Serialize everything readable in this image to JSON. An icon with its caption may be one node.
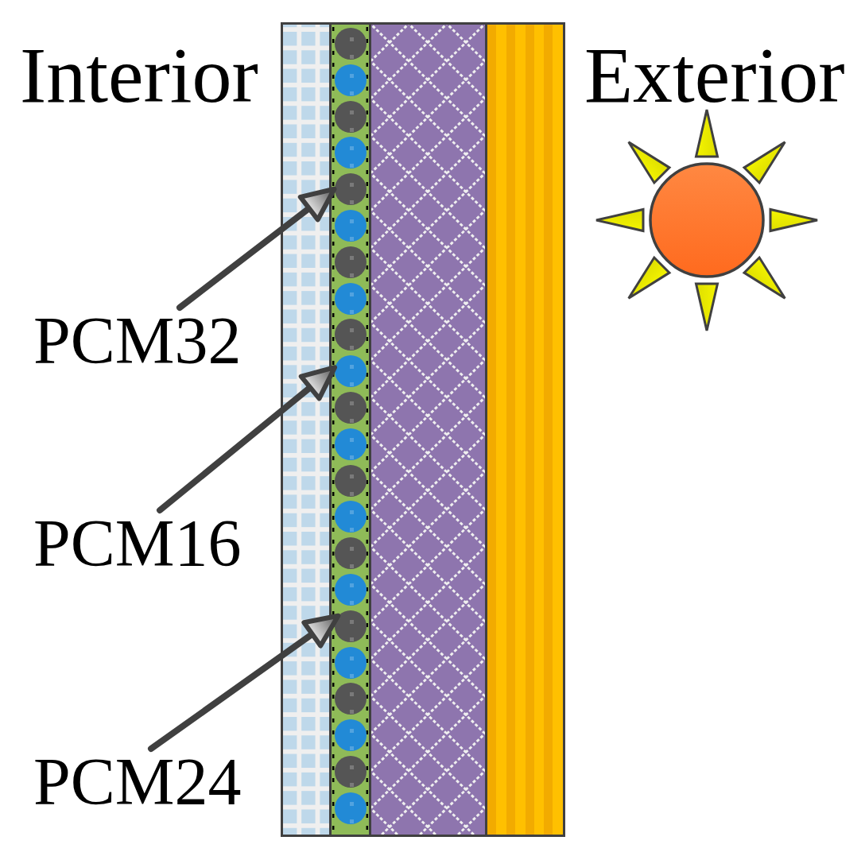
{
  "diagram": {
    "nodes": [
      {
        "text": [
          "PCM32"
        ]
      },
      {
        "text": [
          "PCM16"
        ]
      },
      {
        "text": [
          "PCM24"
        ]
      },
      {
        "text": [],
        "shape": "bar"
      },
      {
        "text": [],
        "shape": "bar"
      },
      {
        "text": [],
        "shape": "bar"
      },
      {
        "text": [],
        "shape": "bar"
      },
      {
        "text": [],
        "shape": "circle",
        "in": 4
      },
      {
        "text": [],
        "shape": "circle",
        "in": 4
      },
      {
        "text": [],
        "shape": "circle",
        "in": 4
      },
      {
        "text": [],
        "shape": "circle",
        "in": 4
      },
      {
        "text": [],
        "shape": "circle",
        "in": 4
      },
      {
        "text": [],
        "shape": "circle",
        "in": 4
      },
      {
        "text": [],
        "shape": "circle",
        "in": 4
      },
      {
        "text": [],
        "shape": "circle",
        "in": 4
      },
      {
        "text": [],
        "shape": "circle",
        "in": 4
      },
      {
        "text": [],
        "shape": "circle",
        "in": 4
      },
      {
        "text": [],
        "shape": "circle",
        "in": 4
      },
      {
        "text": [],
        "shape": "circle",
        "in": 4
      },
      {
        "text": [],
        "shape": "circle",
        "in": 4
      },
      {
        "text": [],
        "shape": "circle",
        "in": 4
      },
      {
        "text": [],
        "shape": "circle",
        "in": 4
      },
      {
        "text": [],
        "shape": "circle",
        "in": 4
      },
      {
        "text": [],
        "shape": "circle",
        "in": 4
      },
      {
        "text": [],
        "shape": "circle",
        "in": 4
      },
      {
        "text": [],
        "shape": "circle",
        "in": 4
      },
      {
        "text": [],
        "shape": "circle",
        "in": 4
      },
      {
        "text": [],
        "shape": "circle",
        "in": 4
      },
      {
        "text": [],
        "shape": "circle",
        "in": 4
      }
    ],
    "edges": [
      {
        "from": 0,
        "to": 11,
        "arrow": "to"
      },
      {
        "from": 1,
        "to": 16,
        "arrow": "to"
      },
      {
        "from": 2,
        "to": 23,
        "arrow": "to"
      }
    ],
    "labels": [
      "Interior",
      "Exterior"
    ]
  }
}
